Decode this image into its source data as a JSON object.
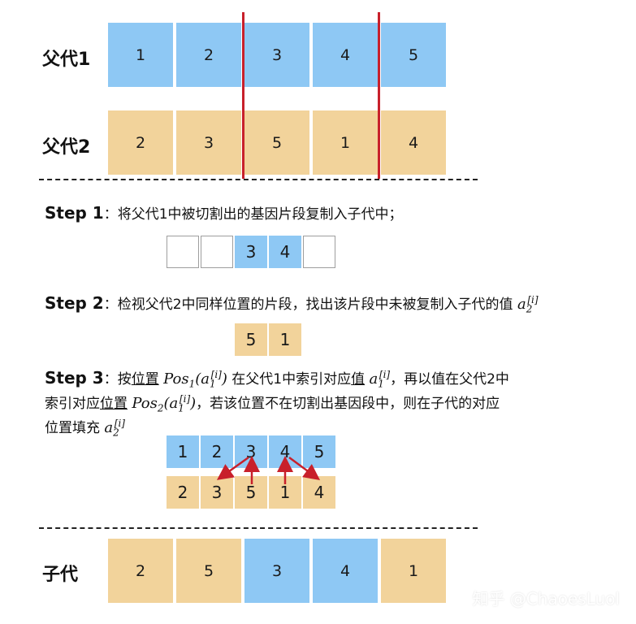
{
  "parent1": {
    "label": "父代1",
    "genes": [
      "1",
      "2",
      "3",
      "4",
      "5"
    ]
  },
  "parent2": {
    "label": "父代2",
    "genes": [
      "2",
      "3",
      "5",
      "1",
      "4"
    ]
  },
  "step1": {
    "title": "Step 1",
    "text": "：将父代1中被切割出的基因片段复制入子代中；",
    "genes": [
      "",
      "",
      "3",
      "4",
      ""
    ]
  },
  "step2": {
    "title": "Step 2",
    "text": "：检视父代2中同样位置的片段，找出该片段中未被复制入子代的值 ",
    "genes": [
      "5",
      "1"
    ]
  },
  "step3": {
    "title": "Step 3",
    "line1_a": "：按",
    "line1_b": "位置",
    "line1_c": " 在父代1中索引对应",
    "line1_d": "值",
    "line1_e": "，再以值在父代2中",
    "line2_a": "索引对应",
    "line2_b": "位置",
    "line2_c": "，若该位置不在切割出基因段中，则在子代的对应",
    "line3_a": "位置填充 ",
    "top_genes": [
      "1",
      "2",
      "3",
      "4",
      "5"
    ],
    "bottom_genes": [
      "2",
      "3",
      "5",
      "1",
      "4"
    ]
  },
  "child": {
    "label": "子代",
    "genes": [
      "2",
      "5",
      "3",
      "4",
      "1"
    ]
  },
  "watermark": "知乎 @ChaoesLuol",
  "colors": {
    "blue": "#8ec8f4",
    "tan": "#f2d39b",
    "cut": "#c8202b",
    "arrow": "#c8202b"
  }
}
